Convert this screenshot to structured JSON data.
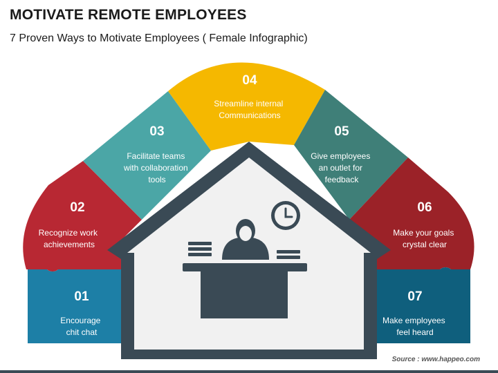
{
  "title": "MOTIVATE REMOTE EMPLOYEES",
  "subtitle": "7 Proven Ways to Motivate Employees ( Female Infographic)",
  "source": "Source : www.happeo.com",
  "colors": {
    "step1": "#1d7fa6",
    "step2": "#b82833",
    "step3": "#4ba6a6",
    "step4": "#f5b800",
    "step5": "#3f7f78",
    "step6": "#9b2228",
    "step7": "#0f5f7d",
    "house_roof": "#3a4a55",
    "house_body": "#f1f1f1",
    "figure": "#3a4a55"
  },
  "steps": [
    {
      "number": "01",
      "label_lines": [
        "Encourage",
        "chit chat"
      ]
    },
    {
      "number": "02",
      "label_lines": [
        "Recognize work",
        "achievements"
      ]
    },
    {
      "number": "03",
      "label_lines": [
        "Facilitate teams",
        "with collaboration",
        "tools"
      ]
    },
    {
      "number": "04",
      "label_lines": [
        "Streamline internal",
        "Communications"
      ]
    },
    {
      "number": "05",
      "label_lines": [
        "Give employees",
        "an outlet for",
        "feedback"
      ]
    },
    {
      "number": "06",
      "label_lines": [
        "Make your goals",
        "crystal clear"
      ]
    },
    {
      "number": "07",
      "label_lines": [
        "Make employees",
        "feel heard"
      ]
    }
  ],
  "icons": {
    "center_figure": "woman-at-desk-icon",
    "clock": "clock-icon"
  }
}
